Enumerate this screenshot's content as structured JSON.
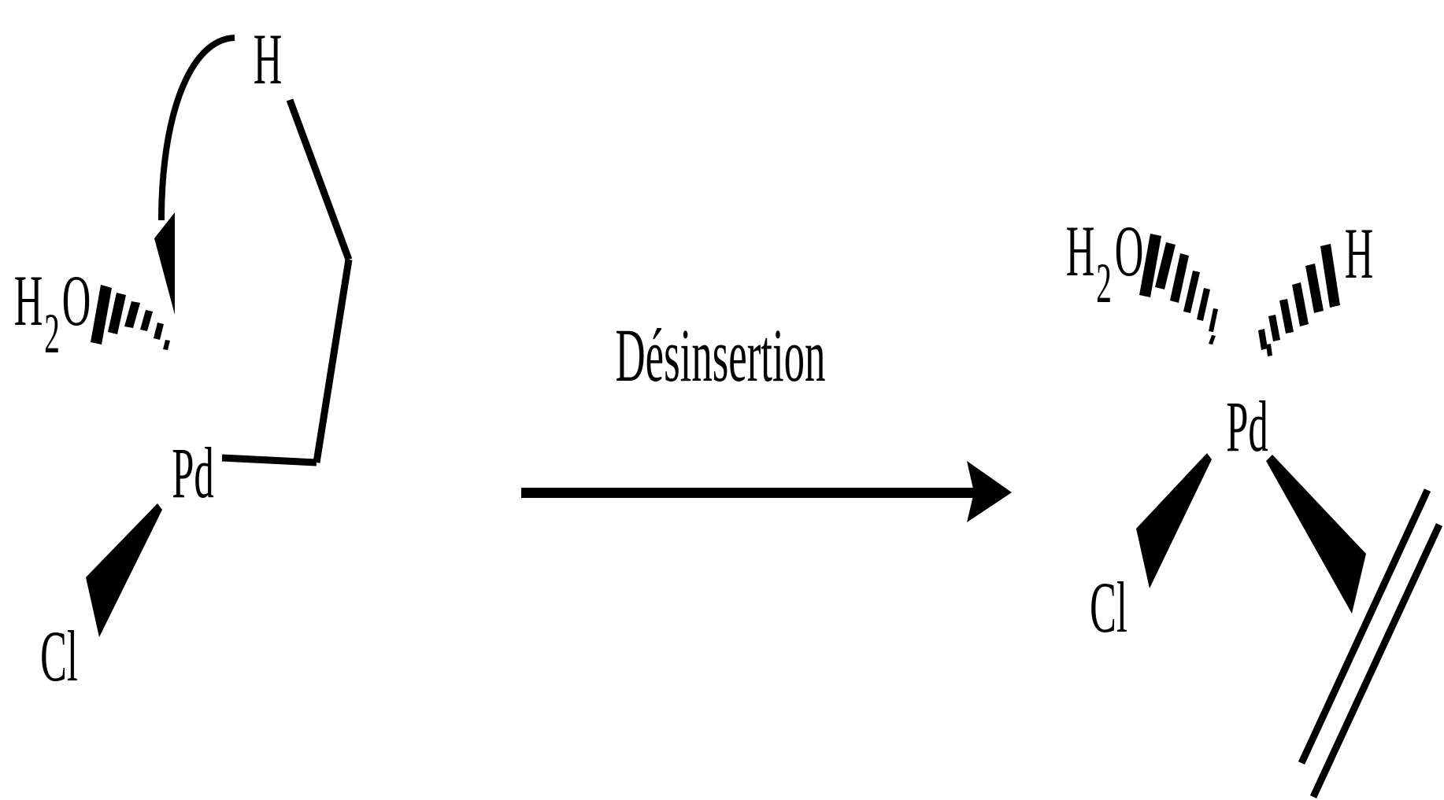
{
  "reaction": {
    "arrow_label": "Désinsertion"
  },
  "reactant": {
    "atoms": {
      "h": "H",
      "h2o_h": "H",
      "h2o_sub": "2",
      "h2o_o": "O",
      "pd": "Pd",
      "cl": "Cl"
    }
  },
  "product": {
    "atoms": {
      "h2o_h": "H",
      "h2o_sub": "2",
      "h2o_o": "O",
      "h": "H",
      "pd": "Pd",
      "cl": "Cl"
    }
  },
  "colors": {
    "ink": "#000000",
    "background": "#ffffff"
  }
}
